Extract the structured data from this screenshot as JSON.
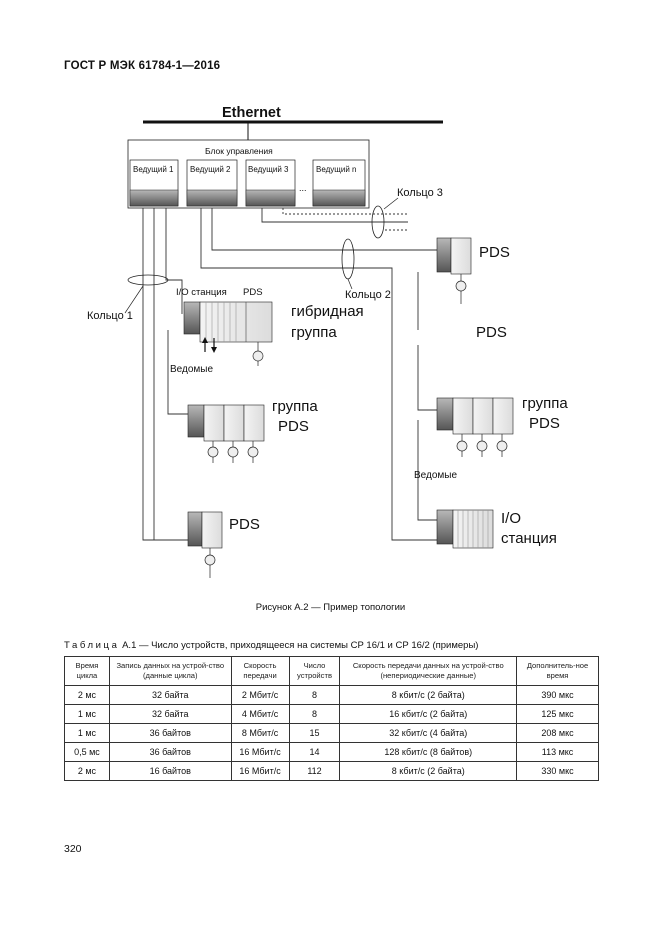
{
  "page": {
    "header": "ГОСТ Р МЭК 61784-1—2016",
    "page_number": "320"
  },
  "figure": {
    "ethernet": "Ethernet",
    "control_block": "Блок управления",
    "masters": [
      "Ведущий 1",
      "Ведущий 2",
      "Ведущий 3",
      "Ведущий n"
    ],
    "ellipsis": "...",
    "ring1": "Кольцо 1",
    "ring2": "Кольцо 2",
    "ring3": "Кольцо 3",
    "io_station_label": "I/O станция",
    "pds_small": "PDS",
    "hybrid_l1": "гибридная",
    "hybrid_l2": "группа",
    "slaves": "Ведомые",
    "group_l1": "группа",
    "group_l2": "PDS",
    "pds": "PDS",
    "io_l1": "I/O",
    "io_l2": "станция",
    "caption": "Рисунок А.2 — Пример топологии"
  },
  "table": {
    "label": "Таблица",
    "caption_rest": "А.1 — Число устройств, приходящееся на системы СР 16/1 и СР 16/2 (примеры)",
    "headers": [
      "Время цикла",
      "Запись данных на устрой-ство (данные цикла)",
      "Скорость передачи",
      "Число устройств",
      "Скорость передачи данных на устрой-ство (непериодические данные)",
      "Дополнитель-ное время"
    ],
    "rows": [
      [
        "2 мс",
        "32 байта",
        "2 Мбит/с",
        "8",
        "8 кбит/с (2 байта)",
        "390 мкс"
      ],
      [
        "1 мс",
        "32 байта",
        "4 Мбит/с",
        "8",
        "16 кбит/с (2 байта)",
        "125 мкс"
      ],
      [
        "1 мс",
        "36 байтов",
        "8 Мбит/с",
        "15",
        "32 кбит/с (4 байта)",
        "208 мкс"
      ],
      [
        "0,5 мс",
        "36 байтов",
        "16 Мбит/с",
        "14",
        "128 кбит/с (8 байтов)",
        "113 мкс"
      ],
      [
        "2 мс",
        "16 байтов",
        "16 Мбит/с",
        "112",
        "8 кбит/с (2 байта)",
        "330 мкс"
      ]
    ]
  }
}
